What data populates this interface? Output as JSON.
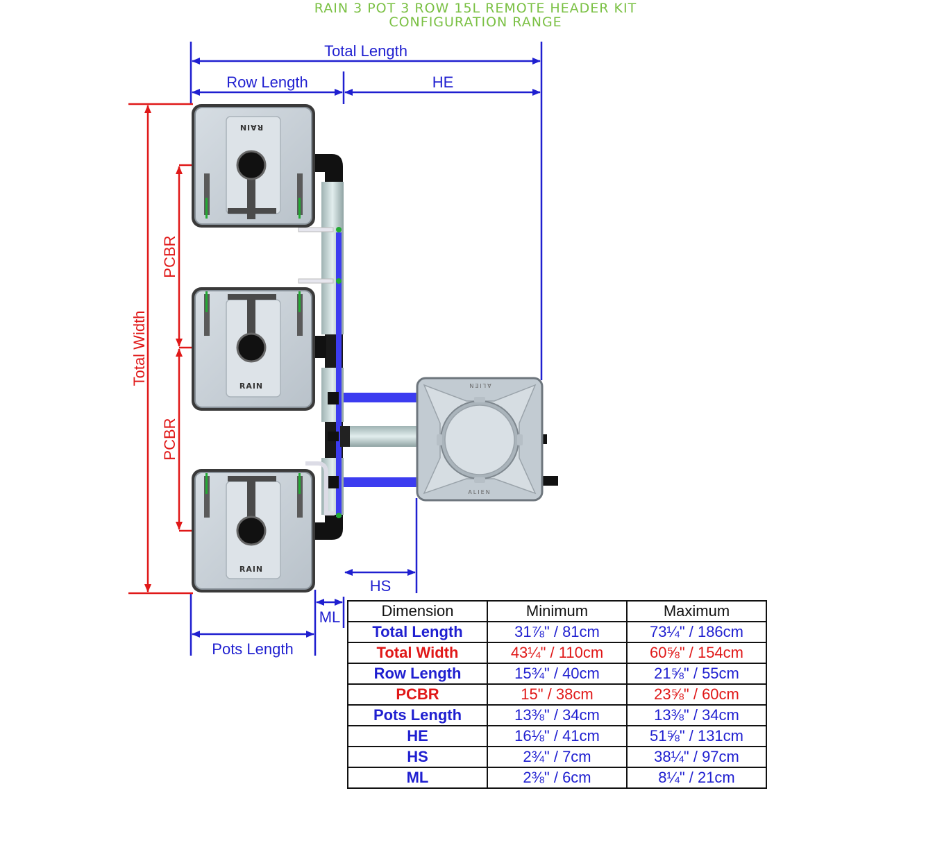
{
  "title": {
    "line1": "RAIN 3 POT 3 ROW 15L REMOTE HEADER KIT",
    "line2": "CONFIGURATION RANGE"
  },
  "colors": {
    "title": "#7ac043",
    "blue_dimension": "#1f1fd0",
    "red_dimension": "#e01818"
  },
  "labels": {
    "total_length": "Total Length",
    "row_length": "Row Length",
    "he": "HE",
    "total_width": "Total Width",
    "pcbr_upper": "PCBR",
    "pcbr_lower": "PCBR",
    "hs": "HS",
    "ml": "ML",
    "pots_length": "Pots Length"
  },
  "pots": [
    {
      "logo": "RAIN",
      "orientation": "flipped"
    },
    {
      "logo": "RAIN",
      "orientation": "normal"
    },
    {
      "logo": "RAIN",
      "orientation": "normal"
    }
  ],
  "reservoir": {
    "logo_top": "ALIEN",
    "logo_bottom": "ALIEN"
  },
  "table": {
    "headers": [
      "Dimension",
      "Minimum",
      "Maximum"
    ],
    "rows": [
      {
        "name": "Total Length",
        "min": "31⅞\" / 81cm",
        "max": "73¼\" / 186cm",
        "color": "blue"
      },
      {
        "name": "Total Width",
        "min": "43¼\" / 110cm",
        "max": "60⅝\" / 154cm",
        "color": "red"
      },
      {
        "name": "Row Length",
        "min": "15¾\" / 40cm",
        "max": "21⅝\" / 55cm",
        "color": "blue"
      },
      {
        "name": "PCBR",
        "min": "15\" / 38cm",
        "max": "23⅝\" / 60cm",
        "color": "red"
      },
      {
        "name": "Pots Length",
        "min": "13⅜\" / 34cm",
        "max": "13⅜\" / 34cm",
        "color": "blue"
      },
      {
        "name": "HE",
        "min": "16⅛\" / 41cm",
        "max": "51⅝\" / 131cm",
        "color": "blue"
      },
      {
        "name": "HS",
        "min": "2¾\" / 7cm",
        "max": "38¼\" / 97cm",
        "color": "blue"
      },
      {
        "name": "ML",
        "min": "2⅜\" / 6cm",
        "max": "8¼\" / 21cm",
        "color": "blue"
      }
    ]
  }
}
